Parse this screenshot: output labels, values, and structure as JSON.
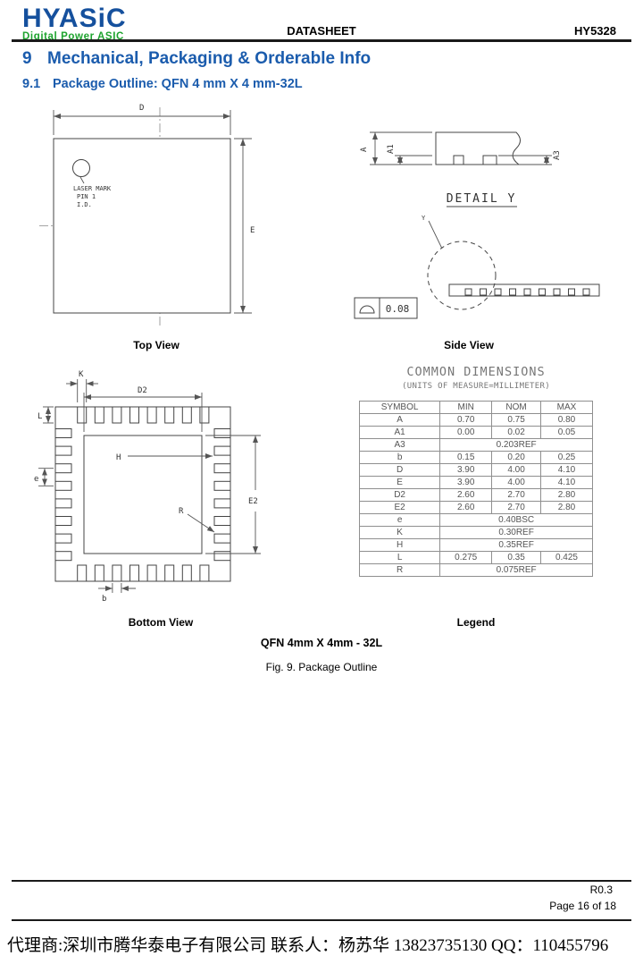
{
  "header": {
    "logo_title": "HYASiC",
    "logo_subtitle": "Digital Power ASIC",
    "doc_type": "DATASHEET",
    "part_number": "HY5328"
  },
  "section": {
    "number": "9",
    "title": "Mechanical, Packaging & Orderable Info"
  },
  "subsection": {
    "number": "9.1",
    "title": "Package Outline: QFN 4 mm X 4 mm-32L"
  },
  "views": {
    "top": {
      "caption": "Top View",
      "dim_d": "D",
      "dim_e": "E",
      "laser_mark_line1": "LASER MARK",
      "laser_mark_line2": "PIN 1",
      "laser_mark_line3": "I.D."
    },
    "side": {
      "caption": "Side View",
      "detail_label": "DETAIL  Y",
      "detail_ref": "Y",
      "dim_a": "A",
      "dim_a1": "A1",
      "dim_a3": "A3",
      "flatness_tolerance": "0.08"
    },
    "bottom": {
      "caption": "Bottom View",
      "dim_k": "K",
      "dim_d2": "D2",
      "dim_l": "L",
      "dim_h": "H",
      "dim_e": "e",
      "dim_e2": "E2",
      "dim_r": "R",
      "dim_b": "b"
    }
  },
  "legend": {
    "caption": "Legend",
    "title": "COMMON DIMENSIONS",
    "subtitle": "(UNITS OF MEASURE=MILLIMETER)",
    "columns": [
      "SYMBOL",
      "MIN",
      "NOM",
      "MAX"
    ],
    "rows": [
      {
        "symbol": "A",
        "min": "0.70",
        "nom": "0.75",
        "max": "0.80"
      },
      {
        "symbol": "A1",
        "min": "0.00",
        "nom": "0.02",
        "max": "0.05"
      },
      {
        "symbol": "A3",
        "span": "0.203REF"
      },
      {
        "symbol": "b",
        "min": "0.15",
        "nom": "0.20",
        "max": "0.25"
      },
      {
        "symbol": "D",
        "min": "3.90",
        "nom": "4.00",
        "max": "4.10"
      },
      {
        "symbol": "E",
        "min": "3.90",
        "nom": "4.00",
        "max": "4.10"
      },
      {
        "symbol": "D2",
        "min": "2.60",
        "nom": "2.70",
        "max": "2.80"
      },
      {
        "symbol": "E2",
        "min": "2.60",
        "nom": "2.70",
        "max": "2.80"
      },
      {
        "symbol": "e",
        "span": "0.40BSC"
      },
      {
        "symbol": "K",
        "span": "0.30REF"
      },
      {
        "symbol": "H",
        "span": "0.35REF"
      },
      {
        "symbol": "L",
        "min": "0.275",
        "nom": "0.35",
        "max": "0.425"
      },
      {
        "symbol": "R",
        "span": "0.075REF"
      }
    ]
  },
  "figure": {
    "package_name": "QFN 4mm X 4mm - 32L",
    "caption": "Fig. 9. Package Outline"
  },
  "footer": {
    "revision": "R0.3",
    "page": "Page 16 of 18",
    "distributor": "代理商:深圳市腾华泰电子有限公司   联系人：杨苏华  13823735130   QQ：110455796"
  },
  "colors": {
    "heading_blue": "#1b5cad",
    "logo_blue": "#15509d",
    "logo_green": "#1ea32e"
  }
}
